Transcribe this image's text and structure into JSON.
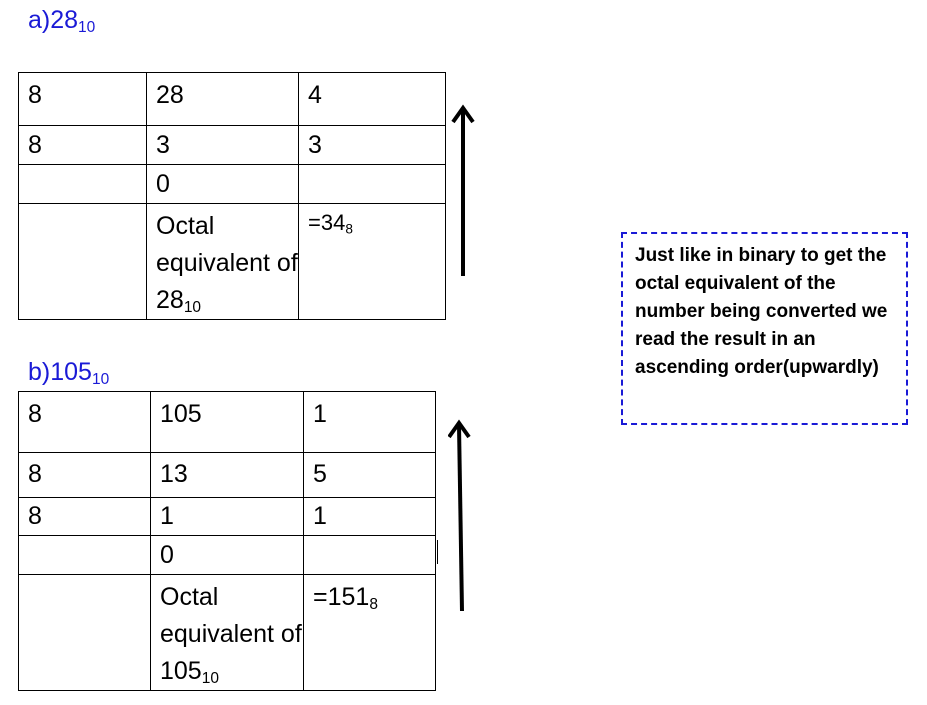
{
  "part_a": {
    "heading": "a)28",
    "heading_base": "10",
    "rows": [
      {
        "divisor": "8",
        "quotient": "28",
        "remainder": "4"
      },
      {
        "divisor": "8",
        "quotient": "3",
        "remainder": "3"
      },
      {
        "divisor": "",
        "quotient": "0",
        "remainder": ""
      }
    ],
    "result_label": "Octal equivalent of 28",
    "result_label_base": "10",
    "result_value": "=34",
    "result_value_base": "8"
  },
  "part_b": {
    "heading": "b)105",
    "heading_base": "10",
    "rows": [
      {
        "divisor": "8",
        "quotient": "105",
        "remainder": "1"
      },
      {
        "divisor": "8",
        "quotient": "13",
        "remainder": "5"
      },
      {
        "divisor": "8",
        "quotient": "1",
        "remainder": "1"
      },
      {
        "divisor": "",
        "quotient": "0",
        "remainder": ""
      }
    ],
    "result_label": "Octal equivalent of 105",
    "result_label_base": "10",
    "result_value": "=151",
    "result_value_base": "8"
  },
  "note": {
    "text": "Just like in binary to get the octal equivalent of the number being converted we read the result in an ascending order(upwardly)"
  },
  "colors": {
    "heading": "#1a1ad6",
    "note_border": "#1a1ad6"
  }
}
